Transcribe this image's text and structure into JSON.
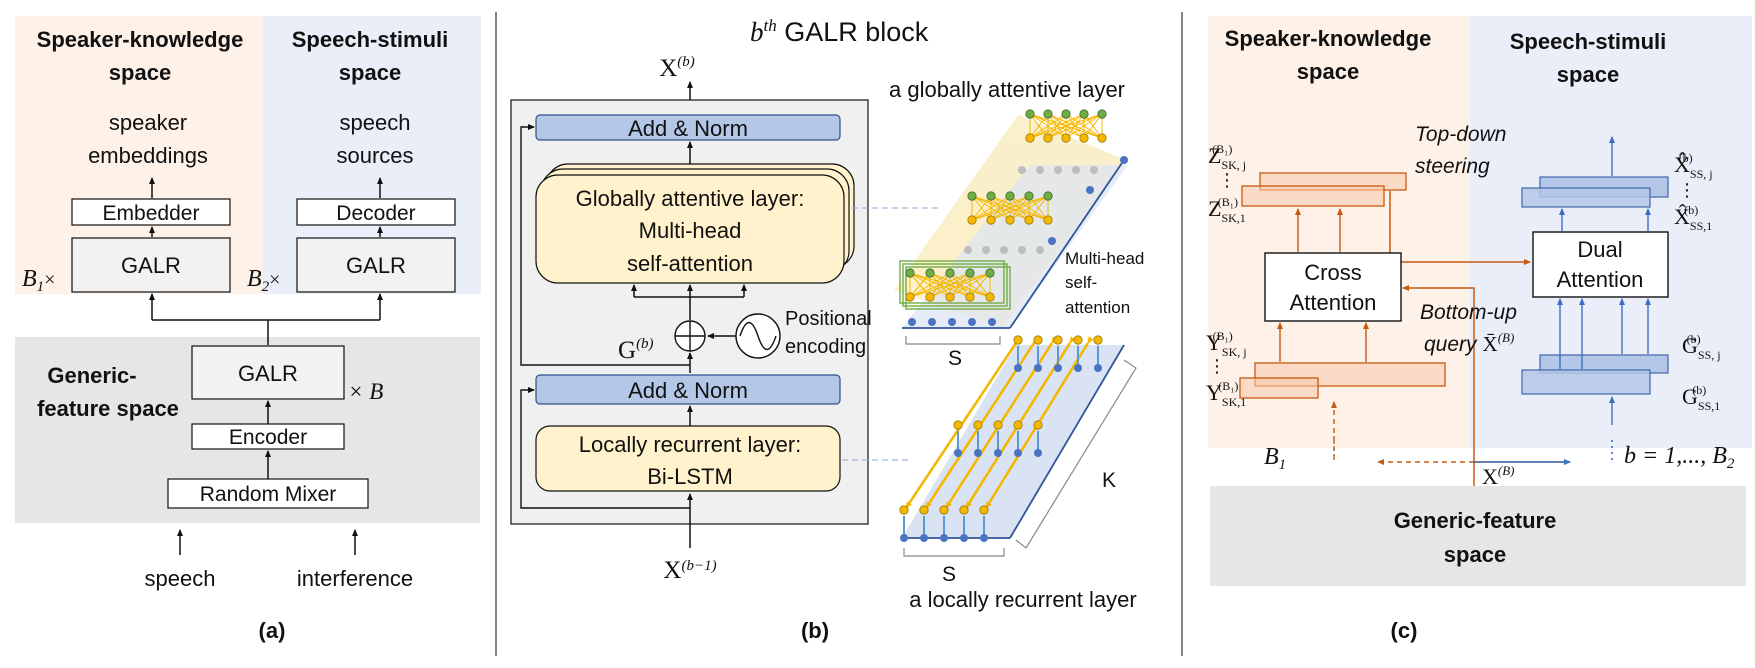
{
  "panel_a": {
    "sk_title_1": "Speaker-knowledge",
    "sk_title_2": "space",
    "ss_title_1": "Speech-stimuli",
    "ss_title_2": "space",
    "speaker_out_1": "speaker",
    "speaker_out_2": "embeddings",
    "speech_out_1": "speech",
    "speech_out_2": "sources",
    "embedder": "Embedder",
    "decoder": "Decoder",
    "galr": "GALR",
    "b1_mult": "B",
    "b1_sub": "1",
    "b2_mult": "B",
    "b2_sub": "2",
    "times": "×",
    "generic_1": "Generic-",
    "generic_2": "feature space",
    "galr_mid": "GALR",
    "b_mult": "× B",
    "encoder": "Encoder",
    "mixer": "Random Mixer",
    "input_speech": "speech",
    "input_interference": "interference",
    "caption": "(a)"
  },
  "panel_b": {
    "title_b": "b",
    "title_th": "th",
    "title_rest": " GALR block",
    "x_out": "X",
    "x_out_sup": "(b)",
    "add_norm_top": "Add & Norm",
    "global_1": "Globally attentive layer:",
    "global_2": "Multi-head",
    "global_3": "self-attention",
    "g_label": "G",
    "g_sup": "(b)",
    "pos_1": "Positional",
    "pos_2": "encoding",
    "add_norm_bottom": "Add & Norm",
    "local_1": "Locally recurrent layer:",
    "local_2": "Bi-LSTM",
    "x_in": "X",
    "x_in_sup": "(b−1)",
    "global_label": "a globally attentive layer",
    "mhsa_1": "Multi-head",
    "mhsa_2": "self-",
    "mhsa_3": "attention",
    "s_top": "S",
    "k_label": "K",
    "s_bottom": "S",
    "local_label": "a locally recurrent layer",
    "caption": "(b)"
  },
  "panel_c": {
    "sk_title_1": "Speaker-knowledge",
    "sk_title_2": "space",
    "ss_title_1": "Speech-stimuli",
    "ss_title_2": "space",
    "z_top": "Z",
    "z_top_sup": "(B₁)",
    "z_top_sub": "SK, j",
    "z_bot": "Z",
    "z_bot_sup": "(B₁)",
    "z_bot_sub": "SK,1",
    "top_down_1": "Top-down",
    "top_down_2": "steering",
    "xhat_top": "X̂",
    "xhat_top_sup": "(b)",
    "xhat_top_sub": "SS, j",
    "xhat_bot": "X̂",
    "xhat_bot_sup": "(b)",
    "xhat_bot_sub": "SS,1",
    "cross_1": "Cross",
    "cross_2": "Attention",
    "dual_1": "Dual",
    "dual_2": "Attention",
    "bottom_up_1": "Bottom-up",
    "bottom_up_2": "query",
    "xbar": "X̄",
    "xbar_sup": "(B)",
    "y_top": "Y",
    "y_top_sup": "(B₁)",
    "y_top_sub": "SK, j",
    "y_bot": "Y",
    "y_bot_sup": "(B₁)",
    "y_bot_sub": "SK,1",
    "g_top": "G",
    "g_top_sup": "(b)",
    "g_top_sub": "SS, j",
    "g_bot": "G",
    "g_bot_sup": "(b)",
    "g_bot_sub": "SS,1",
    "b1": "B",
    "b1_sub": "1",
    "x_b": "X",
    "x_b_sup": "(B)",
    "b_range": "b = 1,..., B",
    "b_range_sub": "2",
    "generic_1": "Generic-feature",
    "generic_2": "space",
    "caption": "(c)"
  },
  "colors": {
    "sk_bg": "#fdf1e8",
    "ss_bg": "#e9eef8",
    "generic_bg": "#e6e6e6",
    "blue_box": "#b4c7e7",
    "blue_stroke": "#4a6eb0",
    "yellow_box": "#fff2cc",
    "orange": "#c55a11",
    "orange_fill": "#f8cbad",
    "gold": "#f5b800",
    "green": "#70ad47"
  }
}
